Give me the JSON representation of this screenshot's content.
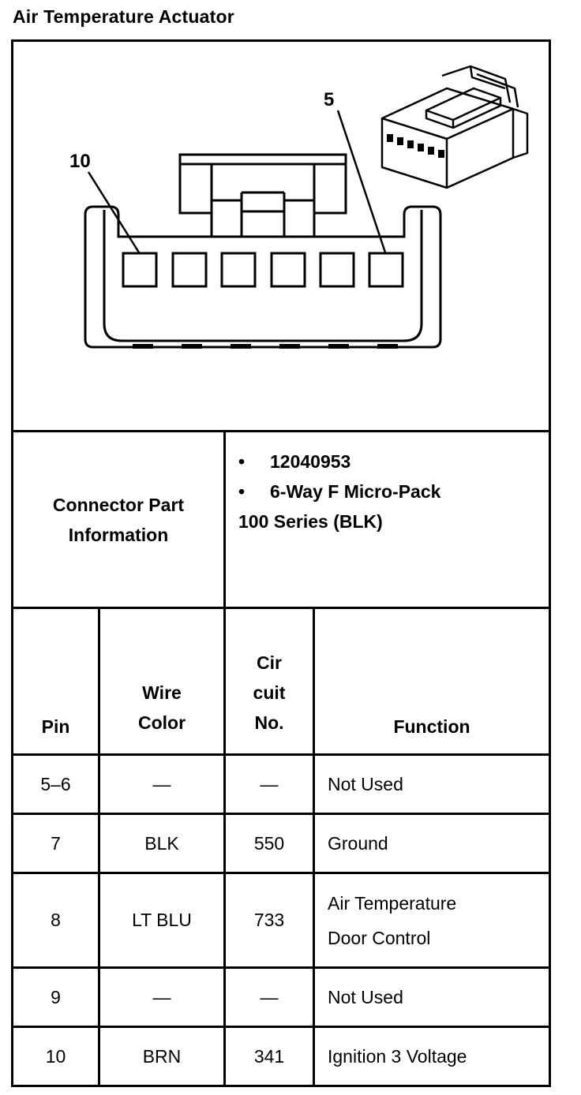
{
  "title": "Air Temperature Actuator",
  "diagram": {
    "callout_left": "10",
    "callout_right": "5"
  },
  "connector_info": {
    "label": "Connector Part Information",
    "bullets": [
      "12040953",
      "6-Way F Micro-Pack"
    ],
    "continuation": "100 Series (BLK)"
  },
  "table": {
    "headers": {
      "pin": "Pin",
      "wire_color": "Wire Color",
      "circuit_line1": "Cir",
      "circuit_line2": "cuit",
      "circuit_line3": "No.",
      "function": "Function"
    },
    "rows": [
      {
        "pin": "5–6",
        "wire": "—",
        "circuit": "—",
        "function": "Not Used"
      },
      {
        "pin": "7",
        "wire": "BLK",
        "circuit": "550",
        "function": "Ground"
      },
      {
        "pin": "8",
        "wire": "LT BLU",
        "circuit": "733",
        "function_line1": "Air Temperature",
        "function_line2": "Door Control"
      },
      {
        "pin": "9",
        "wire": "—",
        "circuit": "—",
        "function": "Not Used"
      },
      {
        "pin": "10",
        "wire": "BRN",
        "circuit": "341",
        "function": "Ignition 3 Voltage"
      }
    ]
  }
}
